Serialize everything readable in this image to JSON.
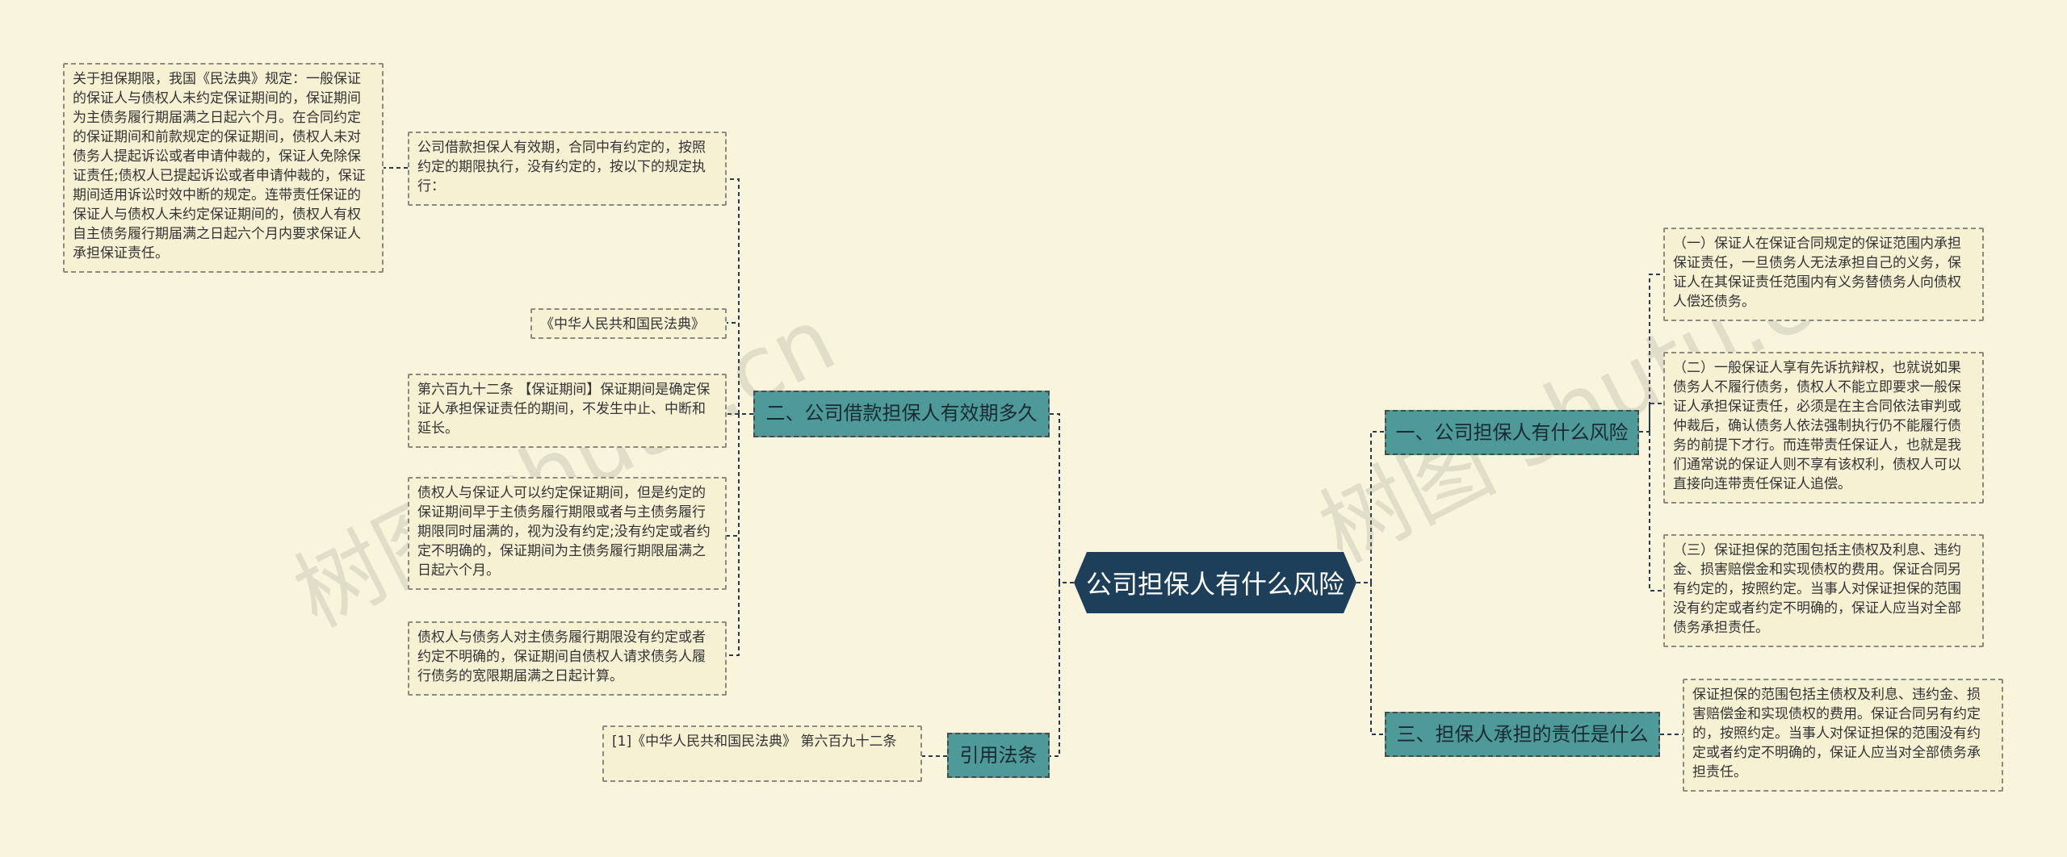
{
  "root": {
    "label": "公司担保人有什么风险"
  },
  "branches": {
    "b1": "一、公司担保人有什么风险",
    "b2": "二、公司借款担保人有效期多久",
    "b3": "三、担保人承担的责任是什么",
    "b4": "引用法条"
  },
  "leaves": {
    "l_p1": "关于担保期限，我国《民法典》规定：一般保证的保证人与债权人未约定保证期间的，保证期间为主债务履行期届满之日起六个月。在合同约定的保证期间和前款规定的保证期间，债权人未对债务人提起诉讼或者申请仲裁的，保证人免除保证责任;债权人已提起诉讼或者申请仲裁的，保证期间适用诉讼时效中断的规定。连带责任保证的保证人与债权人未约定保证期间的，债权人有权自主债务履行期届满之日起六个月内要求保证人承担保证责任。",
    "l_b2_1": "公司借款担保人有效期，合同中有约定的，按照约定的期限执行，没有约定的，按以下的规定执行：",
    "l_b2_2": "《中华人民共和国民法典》",
    "l_b2_3": "第六百九十二条 【保证期间】保证期间是确定保证人承担保证责任的期间，不发生中止、中断和延长。",
    "l_b2_4": "债权人与保证人可以约定保证期间，但是约定的保证期间早于主债务履行期限或者与主债务履行期限同时届满的，视为没有约定;没有约定或者约定不明确的，保证期间为主债务履行期限届满之日起六个月。",
    "l_b2_5": "债权人与债务人对主债务履行期限没有约定或者约定不明确的，保证期间自债权人请求债务人履行债务的宽限期届满之日起计算。",
    "l_b4_1": "[1]《中华人民共和国民法典》 第六百九十二条",
    "l_b1_1": "（一）保证人在保证合同规定的保证范围内承担保证责任，一旦债务人无法承担自己的义务，保证人在其保证责任范围内有义务替债务人向债权人偿还债务。",
    "l_b1_2": "（二）一般保证人享有先诉抗辩权，也就说如果债务人不履行债务，债权人不能立即要求一般保证人承担保证责任，必须是在主合同依法审判或仲裁后，确认债务人依法强制执行仍不能履行债务的前提下才行。而连带责任保证人，也就是我们通常说的保证人则不享有该权利，债权人可以直接向连带责任保证人追偿。",
    "l_b1_3": "（三）保证担保的范围包括主债权及利息、违约金、损害赔偿金和实现债权的费用。保证合同另有约定的，按照约定。当事人对保证担保的范围没有约定或者约定不明确的，保证人应当对全部债务承担责任。",
    "l_b3_1": "保证担保的范围包括主债权及利息、违约金、损害赔偿金和实现债权的费用。保证合同另有约定的，按照约定。当事人对保证担保的范围没有约定或者约定不明确的，保证人应当对全部债务承担责任。"
  },
  "watermarks": [
    "树图 shutu.cn",
    "树图 shutu.cn"
  ],
  "colors": {
    "background": "#f9f5dd",
    "root": "#1d3f5a",
    "branch": "#4d9a99",
    "leaf": "#f7f1d4",
    "line": "#2b3a4a"
  }
}
